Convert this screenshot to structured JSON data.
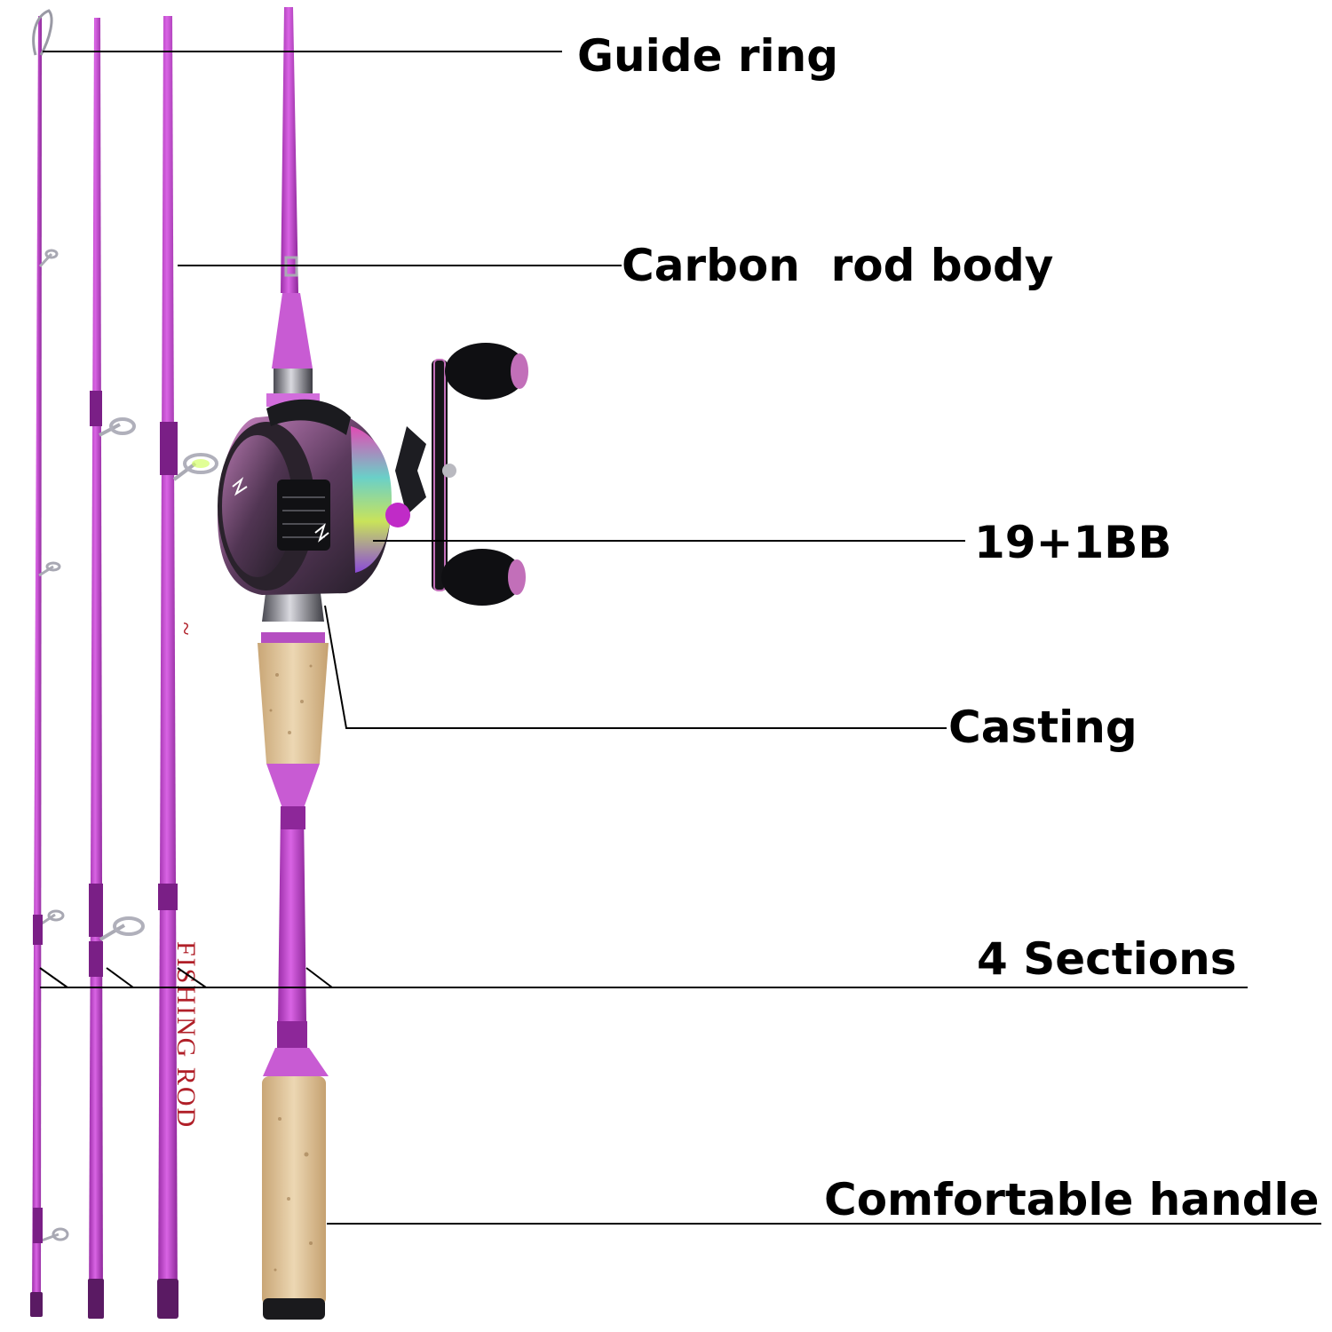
{
  "callouts": {
    "guide_ring": "Guide ring",
    "carbon_rod_body": "Carbon  rod body",
    "bearings": "19+1BB",
    "casting": "Casting",
    "sections": "4 Sections",
    "handle": "Comfortable handle"
  },
  "rod_print": {
    "brand_text": "FISHING ROD"
  },
  "colors": {
    "background": "#ffffff",
    "rod_purple": "#c23fd0",
    "rod_purple_dark": "#8e2a9b",
    "cork": "#e2c9a0",
    "reel_black": "#1b1b1f",
    "reel_pink": "#c26fb9",
    "label_text": "#000000"
  },
  "icons": {
    "reel": "baitcasting-reel-icon",
    "guide": "line-guide-icon"
  }
}
